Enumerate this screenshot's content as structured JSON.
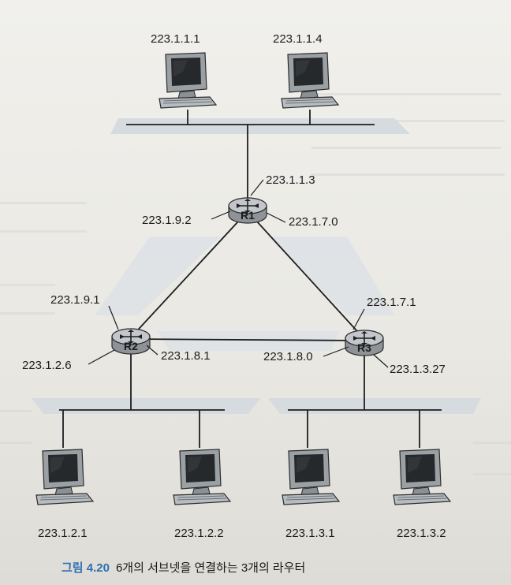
{
  "routers": [
    {
      "id": "R1",
      "label": "R1"
    },
    {
      "id": "R2",
      "label": "R2"
    },
    {
      "id": "R3",
      "label": "R3"
    }
  ],
  "hosts": [
    {
      "ip": "223.1.1.1"
    },
    {
      "ip": "223.1.1.4"
    },
    {
      "ip": "223.1.2.1"
    },
    {
      "ip": "223.1.2.2"
    },
    {
      "ip": "223.1.3.1"
    },
    {
      "ip": "223.1.3.2"
    }
  ],
  "interfaces": {
    "r1_top": "223.1.1.3",
    "r1_left": "223.1.9.2",
    "r1_right": "223.1.7.0",
    "r2_top": "223.1.9.1",
    "r2_right": "223.1.8.1",
    "r2_bottom": "223.1.2.6",
    "r3_top": "223.1.7.1",
    "r3_left": "223.1.8.0",
    "r3_bottom": "223.1.3.27"
  },
  "caption": {
    "figure_label": "그림 4.20",
    "text": "6개의 서브넷을 연결하는 3개의 라우터"
  },
  "colors": {
    "subnet_shade": "#d6dbe0",
    "router_body": "#a9aeb3",
    "line": "#1e1e1e",
    "figure_label": "#2f6fb3"
  }
}
